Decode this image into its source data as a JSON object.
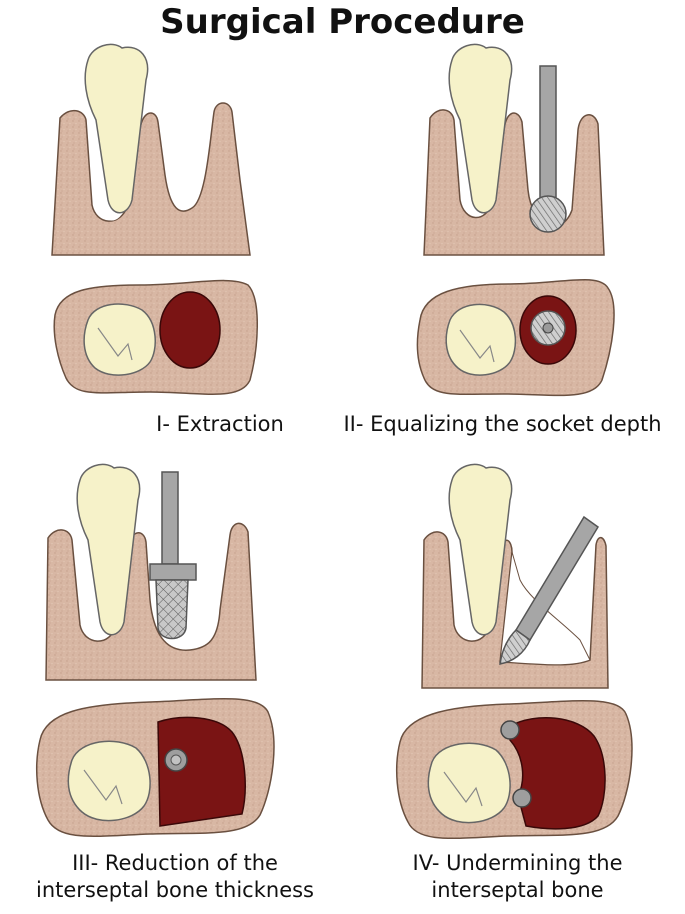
{
  "title": "Surgical Procedure",
  "panels": [
    {
      "step": 1,
      "caption": "I- Extraction"
    },
    {
      "step": 2,
      "caption": "II- Equalizing the socket depth"
    },
    {
      "step": 3,
      "caption_line1": "III- Reduction of the",
      "caption_line2": "interseptal bone thickness"
    },
    {
      "step": 4,
      "caption_line1": "IV- Undermining the",
      "caption_line2": "interseptal bone"
    }
  ],
  "colors": {
    "bone": "#d8b7a4",
    "tooth": "#f6f2c9",
    "socket": "#7a1414",
    "instrument": "#a6a6a6",
    "outline": "#555555"
  }
}
